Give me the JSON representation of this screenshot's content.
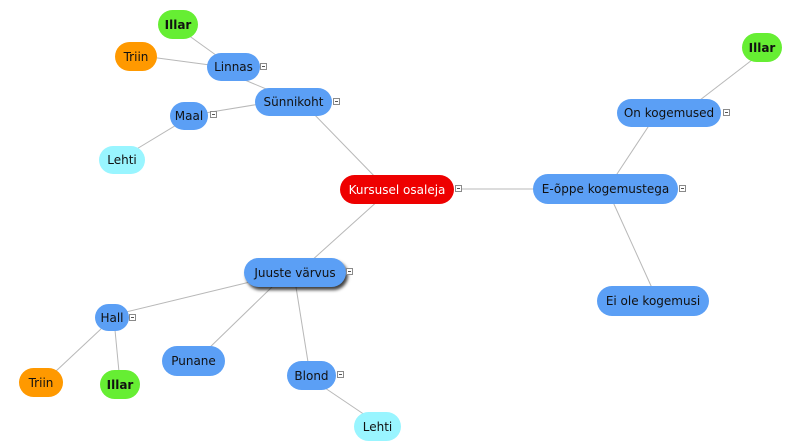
{
  "colors": {
    "central": "#ee0000",
    "topic": "#5b9ff5",
    "illar": "#66ee33",
    "triin": "#ff9900",
    "lehti": "#99f5ff",
    "connector": "#b8b8b8"
  },
  "nodes": {
    "central": "Kursusel osaleja",
    "synnikoht": "Sünnikoht",
    "linnas": "Linnas",
    "maal": "Maal",
    "illar_linnas": "Illar",
    "triin_linnas": "Triin",
    "lehti_maal": "Lehti",
    "eoppe": "E-õppe kogemustega",
    "on_kogemused": "On kogemused",
    "illar_kogemused": "Illar",
    "ei_ole": "Ei ole kogemusi",
    "juuste": "Juuste värvus",
    "hall": "Hall",
    "punane": "Punane",
    "blond": "Blond",
    "triin_hall": "Triin",
    "illar_hall": "Illar",
    "lehti_blond": "Lehti"
  }
}
